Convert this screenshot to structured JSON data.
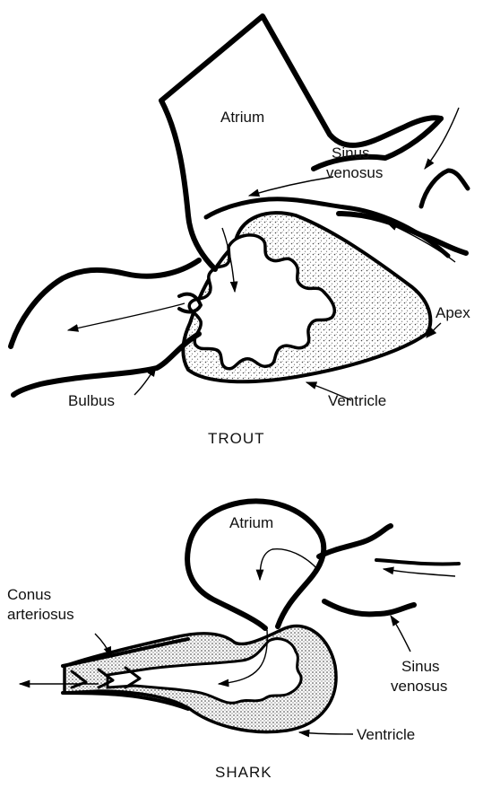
{
  "trout": {
    "caption": "TROUT",
    "labels": {
      "atrium": "Atrium",
      "sinus_line1": "Sinus",
      "sinus_line2": "venosus",
      "apex": "Apex",
      "bulbus": "Bulbus",
      "ventricle": "Ventricle"
    }
  },
  "shark": {
    "caption": "SHARK",
    "labels": {
      "atrium": "Atrium",
      "conus_line1": "Conus",
      "conus_line2": "arteriosus",
      "sinus_line1": "Sinus",
      "sinus_line2": "venosus",
      "ventricle": "Ventricle"
    }
  },
  "colors": {
    "ink": "#000000",
    "background": "#ffffff",
    "stipple": "#555555"
  }
}
